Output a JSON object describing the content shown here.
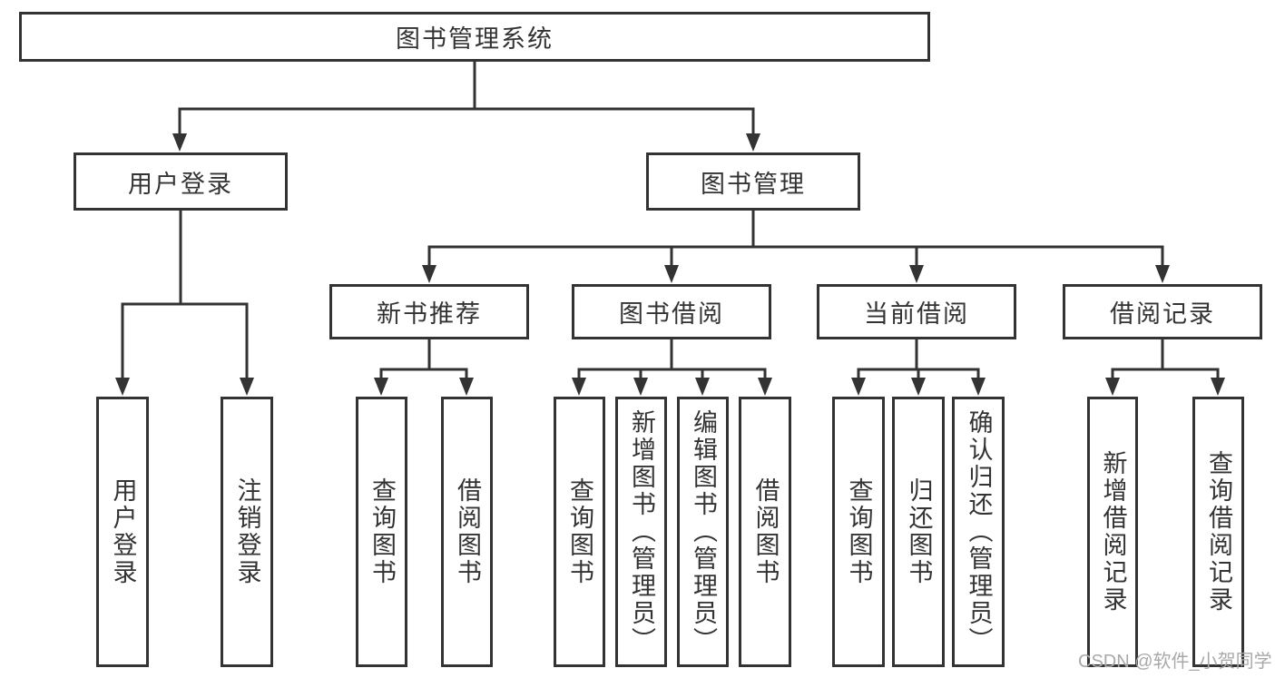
{
  "tree": {
    "root": {
      "label": "图书管理系统"
    },
    "children": [
      {
        "label": "用户登录",
        "children": [
          {
            "label": "用户登录"
          },
          {
            "label": "注销登录"
          }
        ]
      },
      {
        "label": "图书管理",
        "children": [
          {
            "label": "新书推荐",
            "children": [
              {
                "label": "查询图书"
              },
              {
                "label": "借阅图书"
              }
            ]
          },
          {
            "label": "图书借阅",
            "children": [
              {
                "label": "查询图书"
              },
              {
                "label": "新增图书（管理员）"
              },
              {
                "label": "编辑图书（管理员）"
              },
              {
                "label": "借阅图书"
              }
            ]
          },
          {
            "label": "当前借阅",
            "children": [
              {
                "label": "查询图书"
              },
              {
                "label": "归还图书"
              },
              {
                "label": "确认归还（管理员）"
              }
            ]
          },
          {
            "label": "借阅记录",
            "children": [
              {
                "label": "新增借阅记录"
              },
              {
                "label": "查询借阅记录"
              }
            ]
          }
        ]
      }
    ]
  },
  "watermark": {
    "text": "CSDN @软件_小贺同学"
  },
  "colors": {
    "line": "#333333",
    "text": "#333333",
    "box_background": "#ffffff",
    "page_background": "#ffffff",
    "watermark": "#a9a9a9"
  }
}
